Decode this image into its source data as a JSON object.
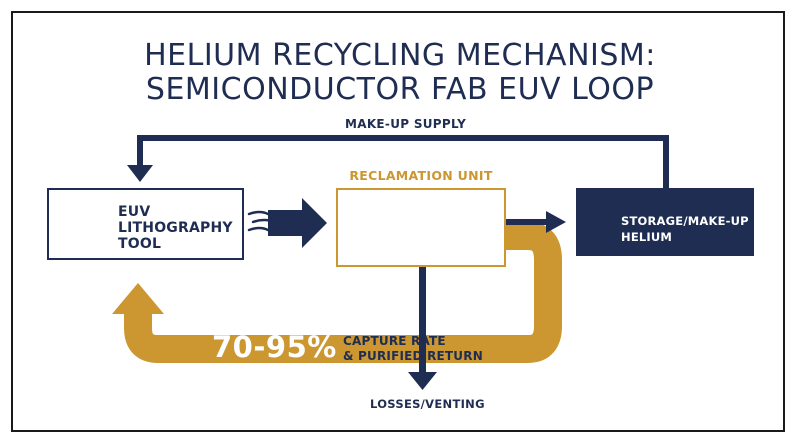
{
  "title": {
    "line1": "HELIUM RECYCLING MECHANISM:",
    "line2": "SEMICONDUCTOR FAB EUV LOOP"
  },
  "makeup_supply_label": "MAKE-UP SUPPLY",
  "euv_tool": {
    "line1": "EUV",
    "line2": "LITHOGRAPHY",
    "line3": "TOOL"
  },
  "reclamation_unit_label": "RECLAMATION UNIT",
  "storage": {
    "line1": "STORAGE/MAKE-UP",
    "line2": "HELIUM"
  },
  "capture": {
    "percent": "70-95%",
    "line1": "CAPTURE RATE",
    "line2": "& PURIFIED RETURN"
  },
  "losses_label": "LOSSES/VENTING",
  "colors": {
    "navy": "#1f2d52",
    "gold": "#cc9630"
  },
  "icons": [
    "chip-icon",
    "airflow-icon",
    "filter-icon",
    "compressor-icon",
    "purifier-icon",
    "gas-cylinder-icon"
  ]
}
